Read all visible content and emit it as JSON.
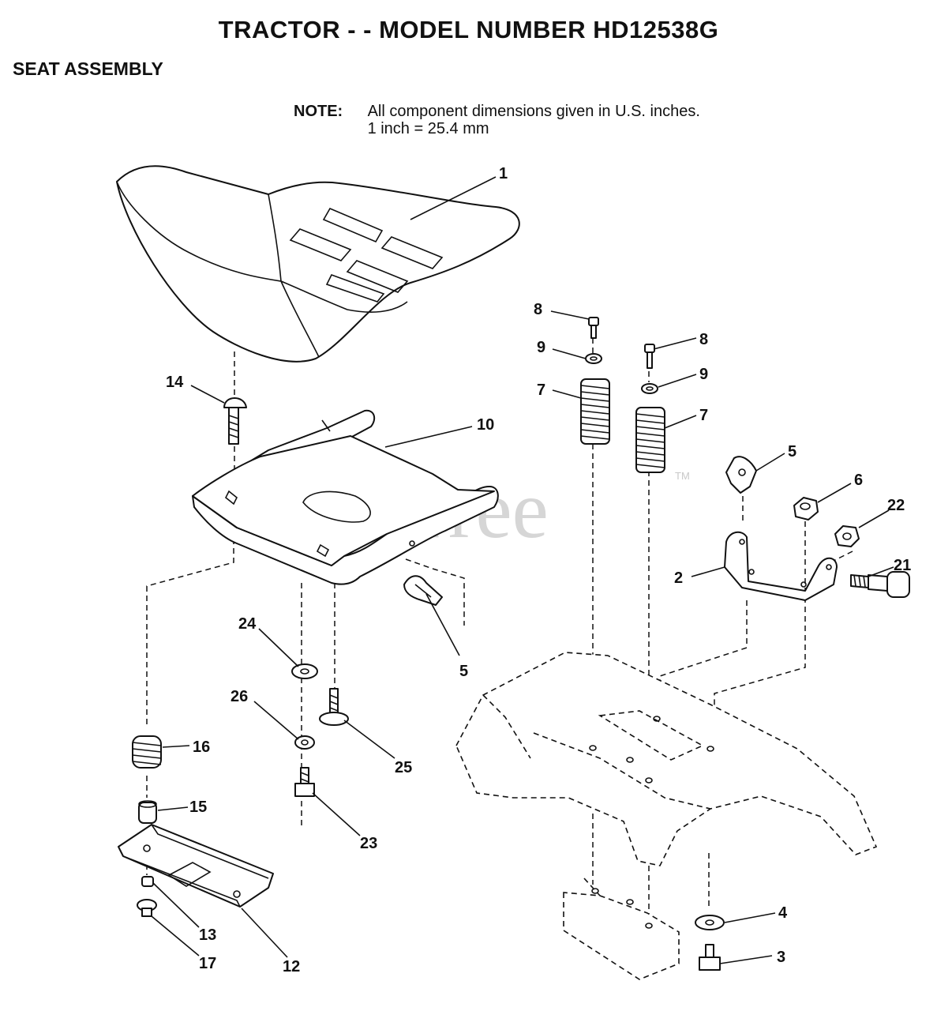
{
  "header": {
    "title": "TRACTOR - - MODEL NUMBER HD12538G",
    "section": "SEAT ASSEMBLY"
  },
  "note": {
    "label": "NOTE:",
    "line1": "All component dimensions given in U.S. inches.",
    "line2": "1 inch = 25.4 mm"
  },
  "watermark": {
    "text": "PartsTree",
    "tm": "TM"
  },
  "callouts": {
    "c1": "1",
    "c2": "2",
    "c3": "3",
    "c4": "4",
    "c5a": "5",
    "c5b": "5",
    "c6": "6",
    "c7a": "7",
    "c7b": "7",
    "c8a": "8",
    "c8b": "8",
    "c9a": "9",
    "c9b": "9",
    "c10": "10",
    "c12": "12",
    "c13": "13",
    "c14": "14",
    "c15": "15",
    "c16": "16",
    "c17": "17",
    "c21": "21",
    "c22": "22",
    "c23": "23",
    "c24": "24",
    "c25": "25",
    "c26": "26"
  }
}
